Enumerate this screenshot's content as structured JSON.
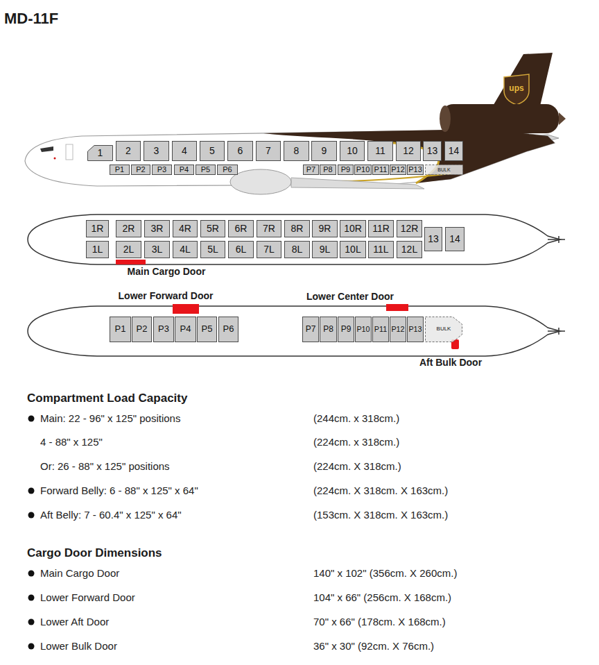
{
  "diagram": {
    "title": "MD-11F",
    "nodes": [
      {
        "text": [
          "1"
        ]
      },
      {
        "text": [
          "2"
        ]
      },
      {
        "text": [
          "3"
        ]
      },
      {
        "text": [
          "4"
        ]
      },
      {
        "text": [
          "5"
        ]
      },
      {
        "text": [
          "6"
        ]
      },
      {
        "text": [
          "7"
        ]
      },
      {
        "text": [
          "8"
        ]
      },
      {
        "text": [
          "9"
        ]
      },
      {
        "text": [
          "10"
        ]
      },
      {
        "text": [
          "11"
        ]
      },
      {
        "text": [
          "12"
        ]
      },
      {
        "text": [
          "13"
        ]
      },
      {
        "text": [
          "14"
        ]
      },
      {
        "text": [
          "P1"
        ]
      },
      {
        "text": [
          "P2"
        ]
      },
      {
        "text": [
          "P3"
        ]
      },
      {
        "text": [
          "P4"
        ]
      },
      {
        "text": [
          "P5"
        ]
      },
      {
        "text": [
          "P6"
        ]
      },
      {
        "text": [
          "P7"
        ]
      },
      {
        "text": [
          "P8"
        ]
      },
      {
        "text": [
          "P9"
        ]
      },
      {
        "text": [
          "P10"
        ]
      },
      {
        "text": [
          "P11"
        ]
      },
      {
        "text": [
          "P12"
        ]
      },
      {
        "text": [
          "P13"
        ]
      },
      {
        "text": [
          "BULK"
        ]
      },
      {
        "text": [
          "1R"
        ]
      },
      {
        "text": [
          "2R"
        ]
      },
      {
        "text": [
          "3R"
        ]
      },
      {
        "text": [
          "4R"
        ]
      },
      {
        "text": [
          "5R"
        ]
      },
      {
        "text": [
          "6R"
        ]
      },
      {
        "text": [
          "7R"
        ]
      },
      {
        "text": [
          "8R"
        ]
      },
      {
        "text": [
          "9R"
        ]
      },
      {
        "text": [
          "10R"
        ]
      },
      {
        "text": [
          "11R"
        ]
      },
      {
        "text": [
          "12R"
        ]
      },
      {
        "text": [
          "13"
        ]
      },
      {
        "text": [
          "14"
        ]
      },
      {
        "text": [
          "1L"
        ]
      },
      {
        "text": [
          "2L"
        ]
      },
      {
        "text": [
          "3L"
        ]
      },
      {
        "text": [
          "4L"
        ]
      },
      {
        "text": [
          "5L"
        ]
      },
      {
        "text": [
          "6L"
        ]
      },
      {
        "text": [
          "7L"
        ]
      },
      {
        "text": [
          "8L"
        ]
      },
      {
        "text": [
          "9L"
        ]
      },
      {
        "text": [
          "10L"
        ]
      },
      {
        "text": [
          "11L"
        ]
      },
      {
        "text": [
          "12L"
        ]
      },
      {
        "text": [
          "P1"
        ]
      },
      {
        "text": [
          "P2"
        ]
      },
      {
        "text": [
          "P3"
        ]
      },
      {
        "text": [
          "P4"
        ]
      },
      {
        "text": [
          "P5"
        ]
      },
      {
        "text": [
          "P6"
        ]
      },
      {
        "text": [
          "P7"
        ]
      },
      {
        "text": [
          "P8"
        ]
      },
      {
        "text": [
          "P9"
        ]
      },
      {
        "text": [
          "P10"
        ]
      },
      {
        "text": [
          "P11"
        ]
      },
      {
        "text": [
          "P12"
        ]
      },
      {
        "text": [
          "P13"
        ]
      },
      {
        "text": [
          "BULK"
        ]
      }
    ],
    "labels": [
      "ups",
      "Main Cargo Door",
      "Lower Forward Door",
      "Lower Center Door",
      "Aft Bulk Door",
      "Compartment Load Capacity",
      "Main: 22 - 96\" x 125\" positions",
      "(244cm. x 318cm.)",
      "4 - 88\" x 125\"",
      "(224cm. x 318cm.)",
      "Or: 26 - 88\" x 125\" positions",
      "(224cm. X 318cm.)",
      "Forward Belly: 6 - 88\" x 125\" x 64\"",
      "(224cm. X 318cm. X 163cm.)",
      "Aft Belly: 7 - 60.4\" x 125\" x 64\"",
      "(153cm. X 318cm. X 163cm.)",
      "Cargo Door Dimensions",
      "Main Cargo Door",
      "140\" x 102\" (356cm. X 260cm.)",
      "Lower Forward Door",
      "104\" x 66\" (256cm. X 168cm.)",
      "Lower Aft Door",
      "70\" x 66\" (178cm. X 168cm.)",
      "Lower Bulk Door",
      "36\" x 30\" (92cm. X 76cm.)"
    ]
  }
}
